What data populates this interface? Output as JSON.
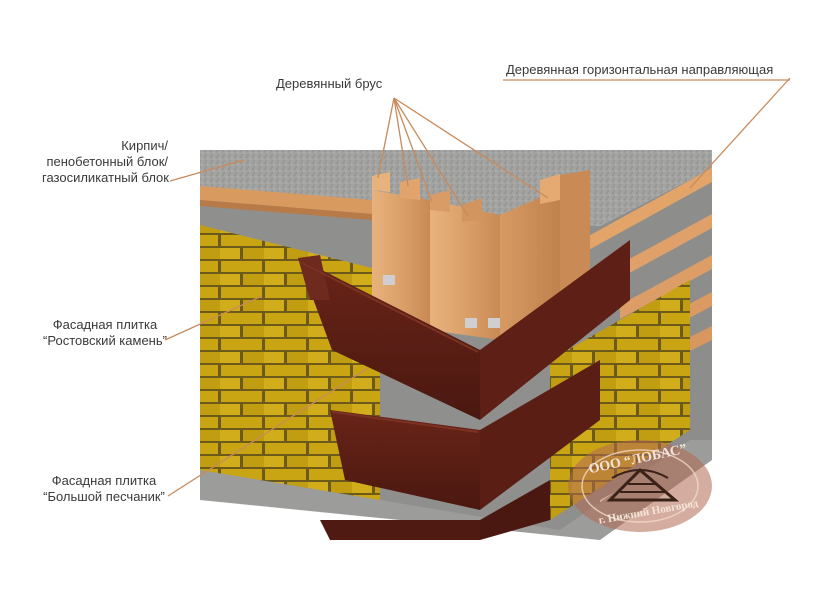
{
  "labels": {
    "wood_beam": "Деревянный брус",
    "horizontal_guide": "Деревянная горизонтальная направляющая",
    "wall_material": [
      "Кирпич/",
      "пенобетонный блок/",
      "газосиликатный блок"
    ],
    "tile_rostov": [
      "Фасадная плитка",
      "“Ростовский камень”"
    ],
    "tile_sandstone": [
      "Фасадная плитка",
      "“Большой песчаник”"
    ]
  },
  "watermark": {
    "company": "ООО “ЛОБАС”",
    "city": "г. Нижний Новгород"
  },
  "colors": {
    "concrete": "#9a9a98",
    "wood": "#e0a06a",
    "wood_dark": "#c07a45",
    "yellow_tile": "#c9a514",
    "yellow_mortar": "#6b5a1a",
    "red_tile": "#5a1e14",
    "leader_line": "#c98a5a"
  }
}
